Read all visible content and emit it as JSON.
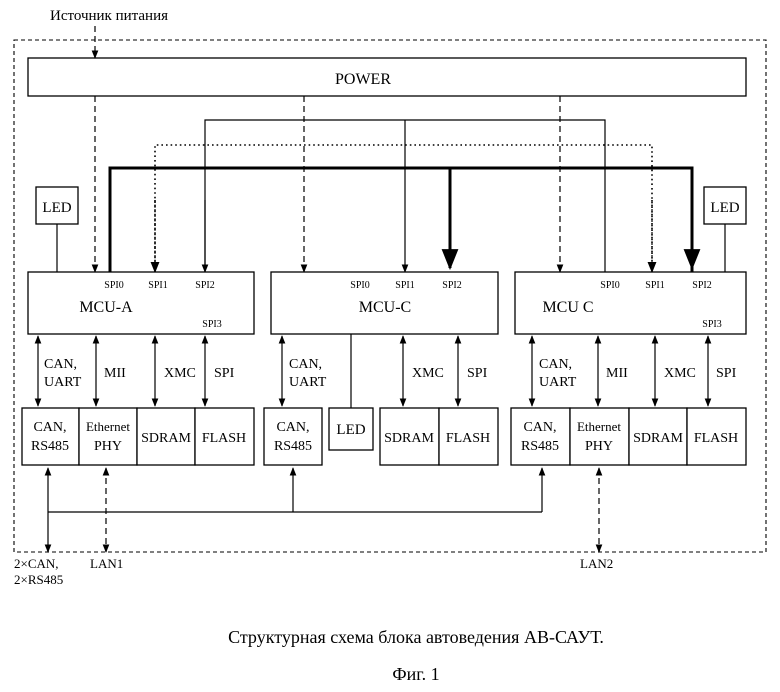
{
  "power_source_label": "Источник питания",
  "power_label": "POWER",
  "mcu_a": {
    "name": "MCU-A",
    "spi0": "SPI0",
    "spi1": "SPI1",
    "spi2": "SPI2",
    "spi3": "SPI3"
  },
  "mcu_c_center": {
    "name": "MCU-C",
    "spi0": "SPI0",
    "spi1": "SPI1",
    "spi2": "SPI2"
  },
  "mcu_c_right": {
    "name": "MCU C",
    "spi0": "SPI0",
    "spi1": "SPI1",
    "spi2": "SPI2",
    "spi3": "SPI3"
  },
  "led_label": "LED",
  "links": {
    "can_uart_1": "CAN,",
    "can_uart_2": "UART",
    "mii": "MII",
    "xmc": "XMC",
    "spi": "SPI"
  },
  "peripherals": {
    "can_rs485_1": "CAN,",
    "can_rs485_2": "RS485",
    "ethernet_1": "Ethernet",
    "ethernet_2": "PHY",
    "sdram": "SDRAM",
    "flash": "FLASH"
  },
  "bottom": {
    "can_out_1": "2×CAN,",
    "can_out_2": "2×RS485",
    "lan1": "LAN1",
    "lan2": "LAN2"
  },
  "caption": "Структурная схема блока автоведения АВ-САУТ.",
  "figure": "Фиг. 1"
}
